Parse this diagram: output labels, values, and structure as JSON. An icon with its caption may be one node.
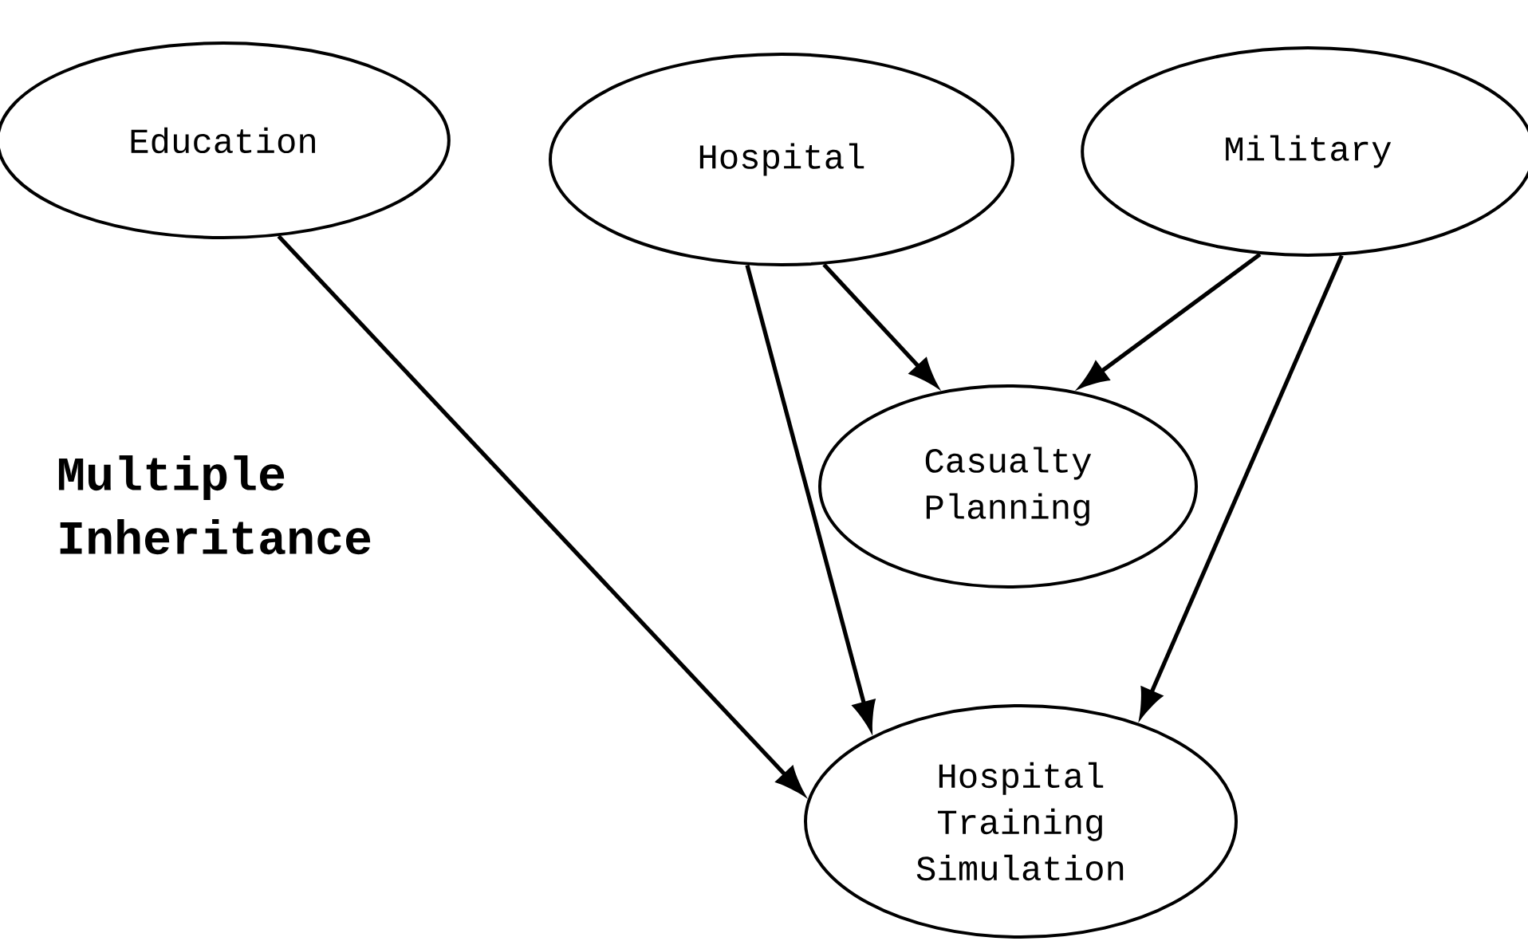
{
  "diagram": {
    "nodes": [
      {
        "text": [
          "Education"
        ]
      },
      {
        "text": [
          "Hospital"
        ]
      },
      {
        "text": [
          "Military"
        ]
      },
      {
        "text": [
          "Casualty Planning"
        ]
      },
      {
        "text": [
          "Hospital Training Simulation"
        ]
      }
    ],
    "edges": [
      {
        "from": 0,
        "to": 4,
        "arrow": "to"
      },
      {
        "from": 1,
        "to": 4,
        "arrow": "to"
      },
      {
        "from": 1,
        "to": 3,
        "arrow": "to"
      },
      {
        "from": 2,
        "to": 3,
        "arrow": "to"
      },
      {
        "from": 2,
        "to": 4,
        "arrow": "to"
      }
    ],
    "labels": [
      "Multiple Inheritance"
    ]
  }
}
